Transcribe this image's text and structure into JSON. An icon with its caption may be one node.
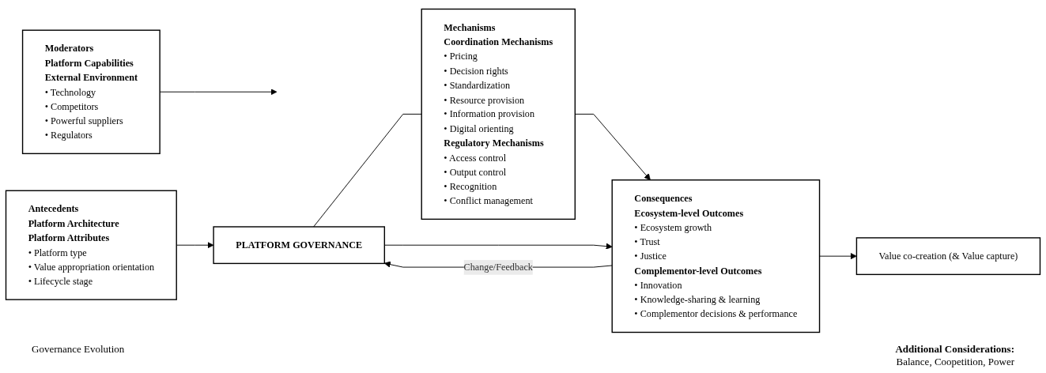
{
  "diagram": {
    "nodes": [
      {
        "text": [
          "Antecedents",
          "Platform Architecture",
          "Platform Attributes",
          "• Platform type",
          "• Value appropriation orientation",
          "• Lifecycle stage"
        ]
      },
      {
        "text": [
          "PLATFORM GOVERNANCE"
        ]
      },
      {
        "text": [
          "Mechanisms",
          "Coordination Mechanisms",
          "• Pricing",
          "• Decision rights",
          "• Standardization",
          "• Resource provision",
          "• Information provision",
          "• Digital orienting",
          "Regulatory Mechanisms",
          "• Access control",
          "• Output control",
          "• Recognition",
          "• Conflict management"
        ]
      },
      {
        "text": [
          "Consequences",
          "Ecosystem-level Outcomes",
          "• Ecosystem growth",
          "• Trust",
          "• Justice",
          "Complementor-level Outcomes",
          "• Innovation",
          "• Knowledge-sharing & learning",
          "• Complementor decisions & performance"
        ]
      },
      {
        "text": [
          "Value co-creation (& Value capture)"
        ]
      },
      {
        "text": [
          "Moderators",
          "Platform Capabilities",
          "External Environment",
          "• Technology",
          "• Competitors",
          "• Powerful suppliers",
          "• Regulators"
        ]
      }
    ],
    "edges": [
      {
        "from": 0,
        "to": 1,
        "arrow": "to"
      },
      {
        "from": 1,
        "to": 2,
        "arrow": "none"
      },
      {
        "from": 2,
        "to": 3,
        "arrow": "to"
      },
      {
        "from": 1,
        "to": 3,
        "arrow": "to"
      },
      {
        "from": 5,
        "to": null,
        "arrow": "to"
      },
      {
        "from": 3,
        "to": 4,
        "arrow": "to"
      },
      {
        "from": 3,
        "to": 1,
        "arrow": "to",
        "label": "Change/Feedback"
      }
    ],
    "labels": [
      "Governance Evolution",
      "Additional Considerations:",
      "Balance, Coopetition, Power"
    ]
  }
}
